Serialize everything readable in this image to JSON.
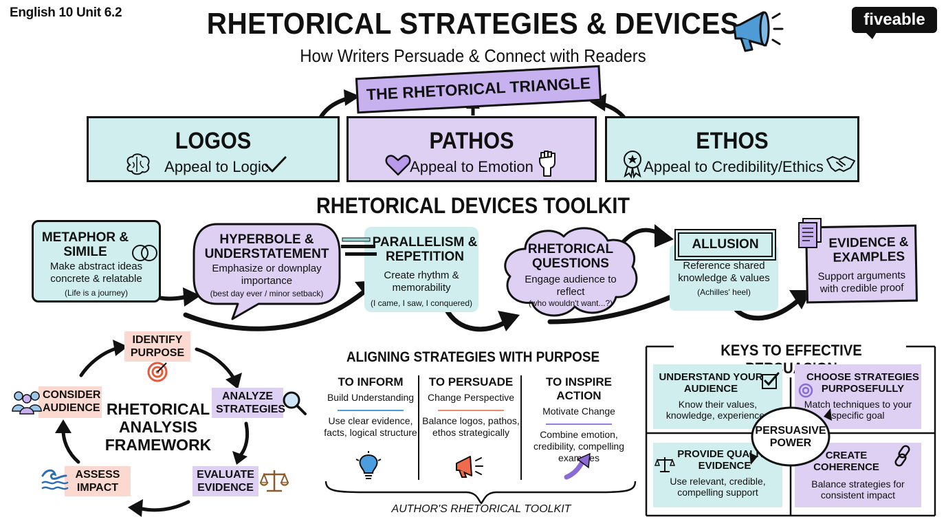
{
  "header": {
    "corner_label": "English 10 Unit 6.2",
    "title": "RHETORICAL STRATEGIES & DEVICES",
    "subtitle": "How Writers Persuade & Connect with Readers",
    "brand": "fiveable",
    "megaphone_icon": "megaphone-icon"
  },
  "triangle": {
    "banner": "THE RHETORICAL TRIANGLE",
    "appeals": [
      {
        "name": "LOGOS",
        "desc": "Appeal to Logic",
        "icons": [
          "brain-icon",
          "checkmark-icon"
        ]
      },
      {
        "name": "PATHOS",
        "desc": "Appeal to Emotion",
        "icons": [
          "heart-icon",
          "raised-fist-icon"
        ]
      },
      {
        "name": "ETHOS",
        "desc": "Appeal to Credibility/Ethics",
        "icons": [
          "award-badge-icon",
          "handshake-icon"
        ]
      }
    ]
  },
  "toolkit": {
    "title": "RHETORICAL DEVICES TOOLKIT",
    "devices": [
      {
        "title": "METAPHOR & SIMILE",
        "desc": "Make abstract ideas concrete & relatable",
        "example": "(Life is a journey)",
        "icon": "venn-circles-icon"
      },
      {
        "title": "HYPERBOLE & UNDERSTATEMENT",
        "desc": "Emphasize or downplay importance",
        "example": "(best day ever / minor setback)",
        "icon": "speech-bubble-icon"
      },
      {
        "title": "PARALLELISM & REPETITION",
        "desc": "Create rhythm & memorability",
        "example": "(I came, I saw, I conquered)",
        "icon": "parallel-lines-icon"
      },
      {
        "title": "RHETORICAL QUESTIONS",
        "desc": "Engage audience to reflect",
        "example": "(who wouldn't want...?)",
        "icon": "thought-cloud-icon"
      },
      {
        "title": "ALLUSION",
        "desc": "Reference shared knowledge & values",
        "example": "(Achilles' heel)",
        "icon": "plaque-icon"
      },
      {
        "title": "EVIDENCE & EXAMPLES",
        "desc": "Support arguments with credible proof",
        "example": "",
        "icon": "documents-icon"
      }
    ]
  },
  "framework": {
    "title": "RHETORICAL ANALYSIS FRAMEWORK",
    "steps": [
      {
        "label": "IDENTIFY PURPOSE",
        "icon": "target-icon"
      },
      {
        "label": "ANALYZE STRATEGIES",
        "icon": "magnifier-icon"
      },
      {
        "label": "EVALUATE EVIDENCE",
        "icon": "scales-icon"
      },
      {
        "label": "ASSESS IMPACT",
        "icon": "wave-icon"
      },
      {
        "label": "CONSIDER AUDIENCE",
        "icon": "people-icon"
      }
    ]
  },
  "aligning": {
    "title": "ALIGNING STRATEGIES WITH PURPOSE",
    "columns": [
      {
        "heading": "TO INFORM",
        "sub": "Build Understanding",
        "body": "Use clear evidence, facts, logical structure",
        "icon": "lightbulb-icon",
        "accent": "#4a9ee0"
      },
      {
        "heading": "TO PERSUADE",
        "sub": "Change Perspective",
        "body": "Balance logos, pathos, ethos strategically",
        "icon": "megaphone-icon",
        "accent": "#f08a6c"
      },
      {
        "heading": "TO INSPIRE ACTION",
        "sub": "Motivate Change",
        "body": "Combine emotion, credibility, compelling examples",
        "icon": "rising-arrow-icon",
        "accent": "#9b7be0"
      }
    ],
    "footer": "AUTHOR'S RHETORICAL TOOLKIT"
  },
  "keys": {
    "title": "KEYS TO EFFECTIVE PERSUASION",
    "center": "PERSUASIVE POWER",
    "items": [
      {
        "title": "UNDERSTAND YOUR AUDIENCE",
        "desc": "Know their values, knowledge, experiences",
        "icon": "checkbox-icon"
      },
      {
        "title": "CHOOSE STRATEGIES PURPOSEFULLY",
        "desc": "Match techniques to your specific goal",
        "icon": "target-icon"
      },
      {
        "title": "PROVIDE QUALITY EVIDENCE",
        "desc": "Use relevant, credible, compelling support",
        "icon": "scales-icon"
      },
      {
        "title": "CREATE COHERENCE",
        "desc": "Balance strategies for consistent impact",
        "icon": "chain-link-icon"
      }
    ]
  },
  "colors": {
    "teal": "#cfeeed",
    "purple": "#ddd0f3",
    "pink": "#fbd9d0",
    "ink": "#111111"
  }
}
